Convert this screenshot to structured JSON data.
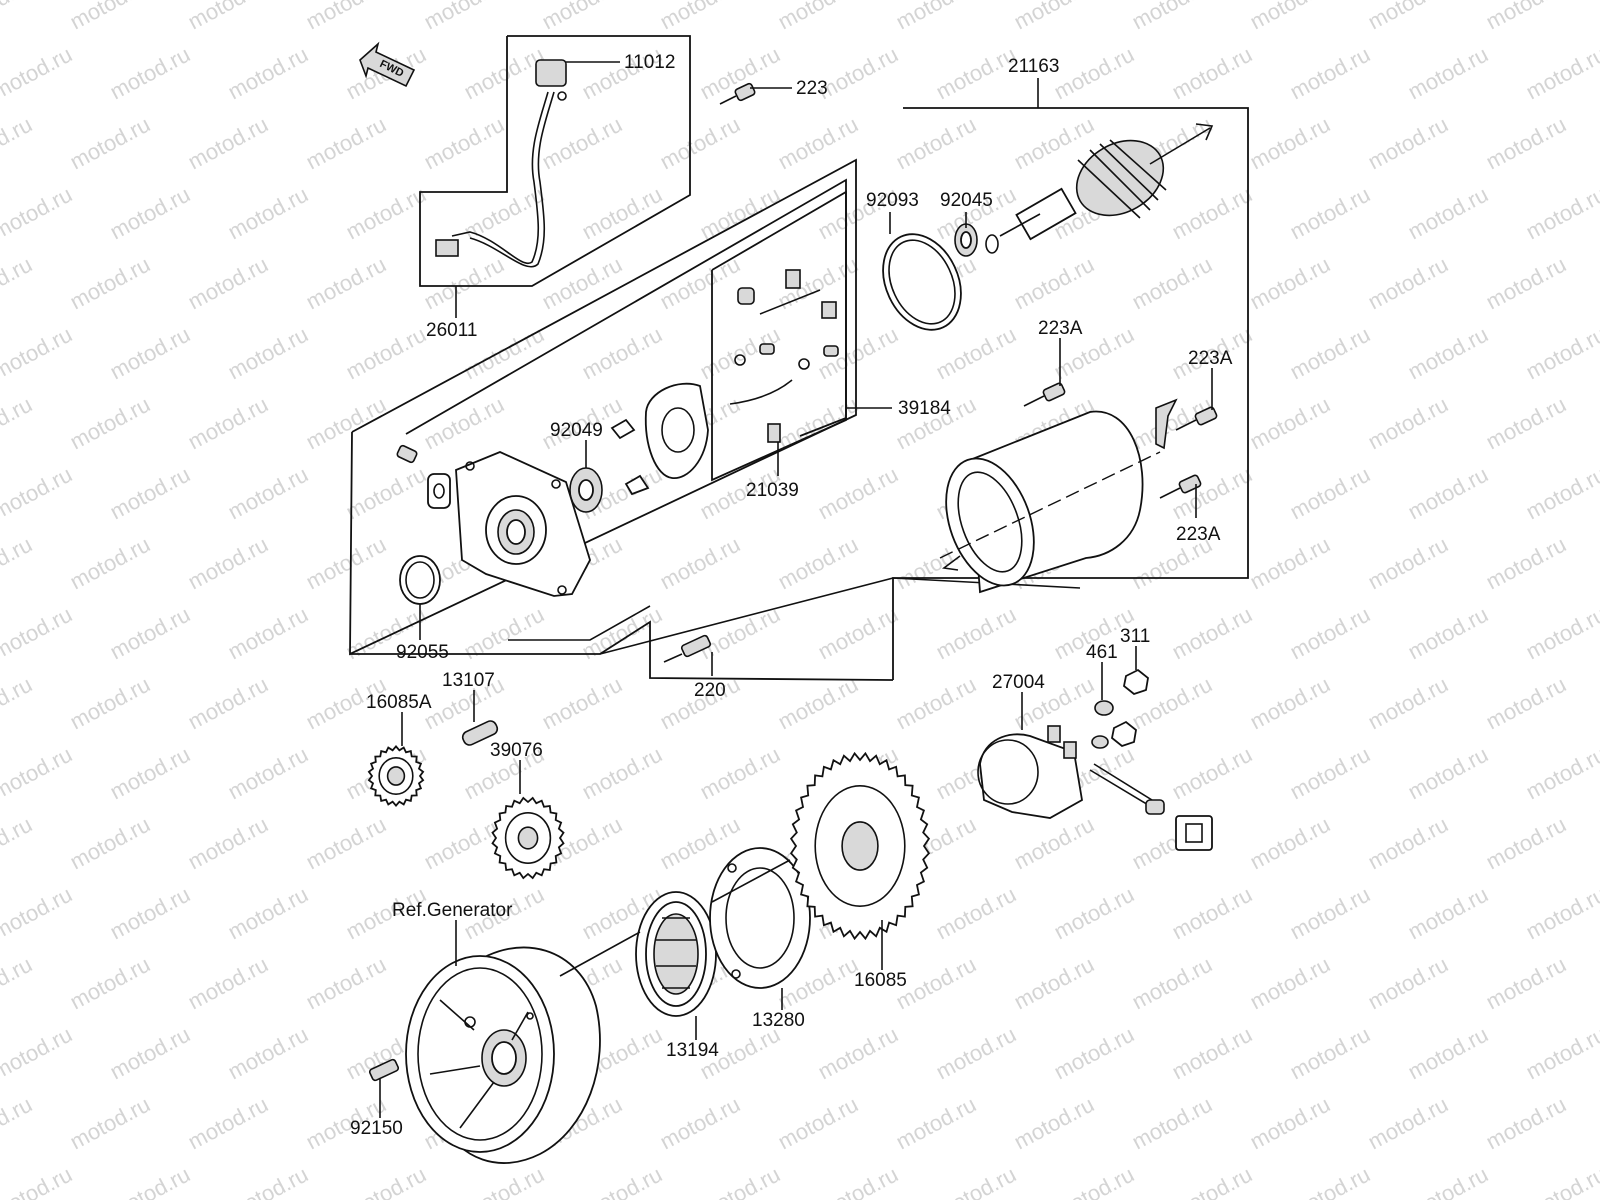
{
  "watermark": "motod.ru",
  "direction_marker": "FWD",
  "labels": {
    "p11012": "11012",
    "p223": "223",
    "p21163": "21163",
    "p92093": "92093",
    "p92045": "92045",
    "p26011": "26011",
    "p223A_1": "223A",
    "p223A_2": "223A",
    "p223A_3": "223A",
    "p92049": "92049",
    "p39184": "39184",
    "p21039": "21039",
    "p92055": "92055",
    "p220": "220",
    "p311": "311",
    "p461": "461",
    "p27004": "27004",
    "p13107": "13107",
    "p16085A": "16085A",
    "p39076": "39076",
    "ref_generator": "Ref.Generator",
    "p16085": "16085",
    "p13280": "13280",
    "p13194": "13194",
    "p92150": "92150"
  }
}
